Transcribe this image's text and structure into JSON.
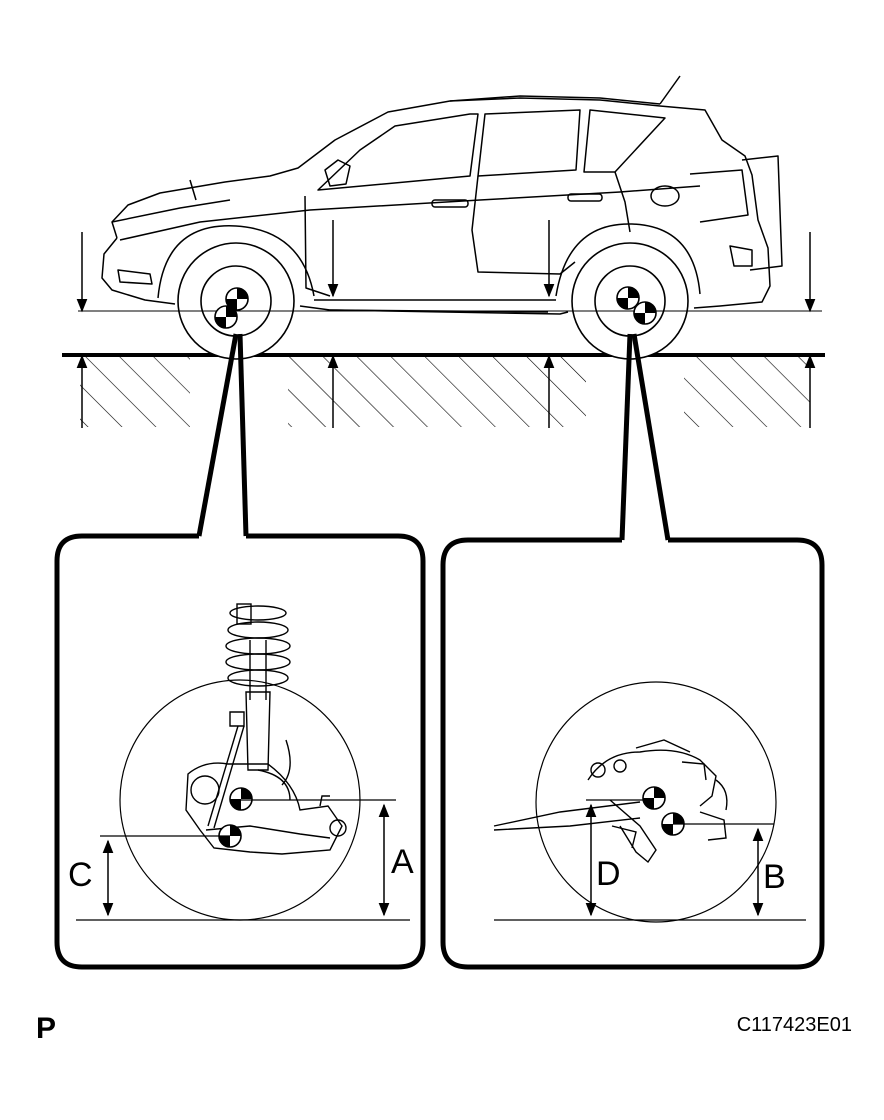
{
  "labels": {
    "a": "A",
    "b": "B",
    "c": "C",
    "d": "D"
  },
  "view_tag": "P",
  "figure_code": "C117423E01",
  "colors": {
    "line": "#000000",
    "background": "#ffffff"
  },
  "icons": [
    "measurement-center-mark-icon"
  ]
}
